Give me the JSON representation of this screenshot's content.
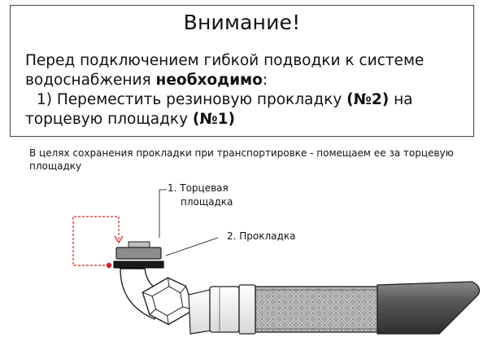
{
  "notice": {
    "title": "Внимание!",
    "line1": "Перед подключением гибкой подводки к системе",
    "line2_pre": "водоснабжения ",
    "line2_bold": "необходимо",
    "line2_post": ":",
    "step_pre": "1) Переместить резиновую прокладку ",
    "step_bold": "(№2)",
    "step_post": " на",
    "line4_pre": "торцевую площадку ",
    "line4_bold": "(№1)"
  },
  "caption": "В целях сохранения прокладки при транспортировке - помещаем ее за торцевую площадку",
  "labels": {
    "label1_line1": "1. Торцевая",
    "label1_line2": "площадка",
    "label2": "2. Прокладка"
  },
  "colors": {
    "arrow": "#e01b1b",
    "braid": "#9a9a9a",
    "pipe": "#4a4a4a",
    "gasket": "#1a1a1a",
    "face": "#8c8c8c"
  }
}
